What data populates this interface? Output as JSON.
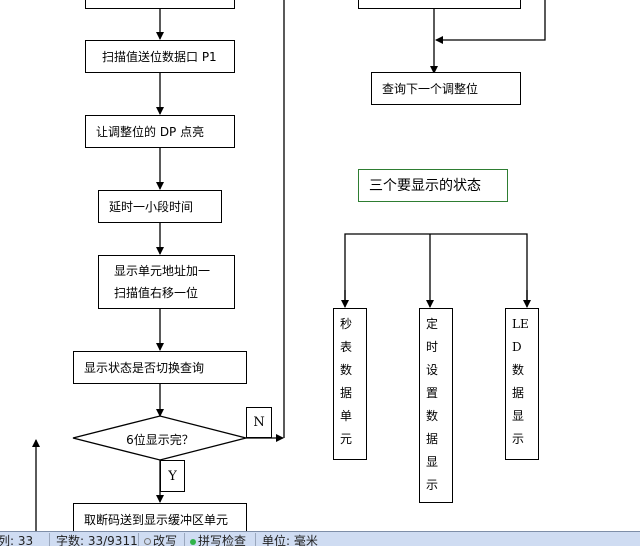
{
  "flowchart_left": {
    "step_send_p1": "扫描值送位数据口 P1",
    "step_dp_light": "让调整位的 DP 点亮",
    "step_delay": "延时一小段时间",
    "step_addr_line1": "显示单元地址加一",
    "step_addr_line2": "扫描值右移一位",
    "step_switch_query": "显示状态是否切换查询",
    "decision": "6位显示完？",
    "label_no": "N",
    "label_yes": "Y",
    "step_fetch_code": "取断码送到显示缓冲区单元"
  },
  "flowchart_right": {
    "step_next_adjust": "查询下一个调整位",
    "states_title": "三个要显示的状态",
    "state_boxes": [
      {
        "chars": [
          "秒",
          "表",
          "数",
          "据",
          "单",
          "元"
        ]
      },
      {
        "chars": [
          "定",
          "时",
          "设",
          "置",
          "数",
          "据",
          "显",
          "示"
        ]
      },
      {
        "chars": [
          "LE",
          "D",
          "数",
          "据",
          "显",
          "示"
        ]
      }
    ]
  },
  "status_bar": {
    "column": "列: 33",
    "word_count": "字数: 33/9311",
    "overwrite": "改写",
    "spell_check": "拼写检查",
    "unit": "单位: 毫米"
  },
  "colors": {
    "title_border": "#2e7d32",
    "status_bg": "#cfdcf2",
    "spell_dot": "#2fb34a"
  }
}
